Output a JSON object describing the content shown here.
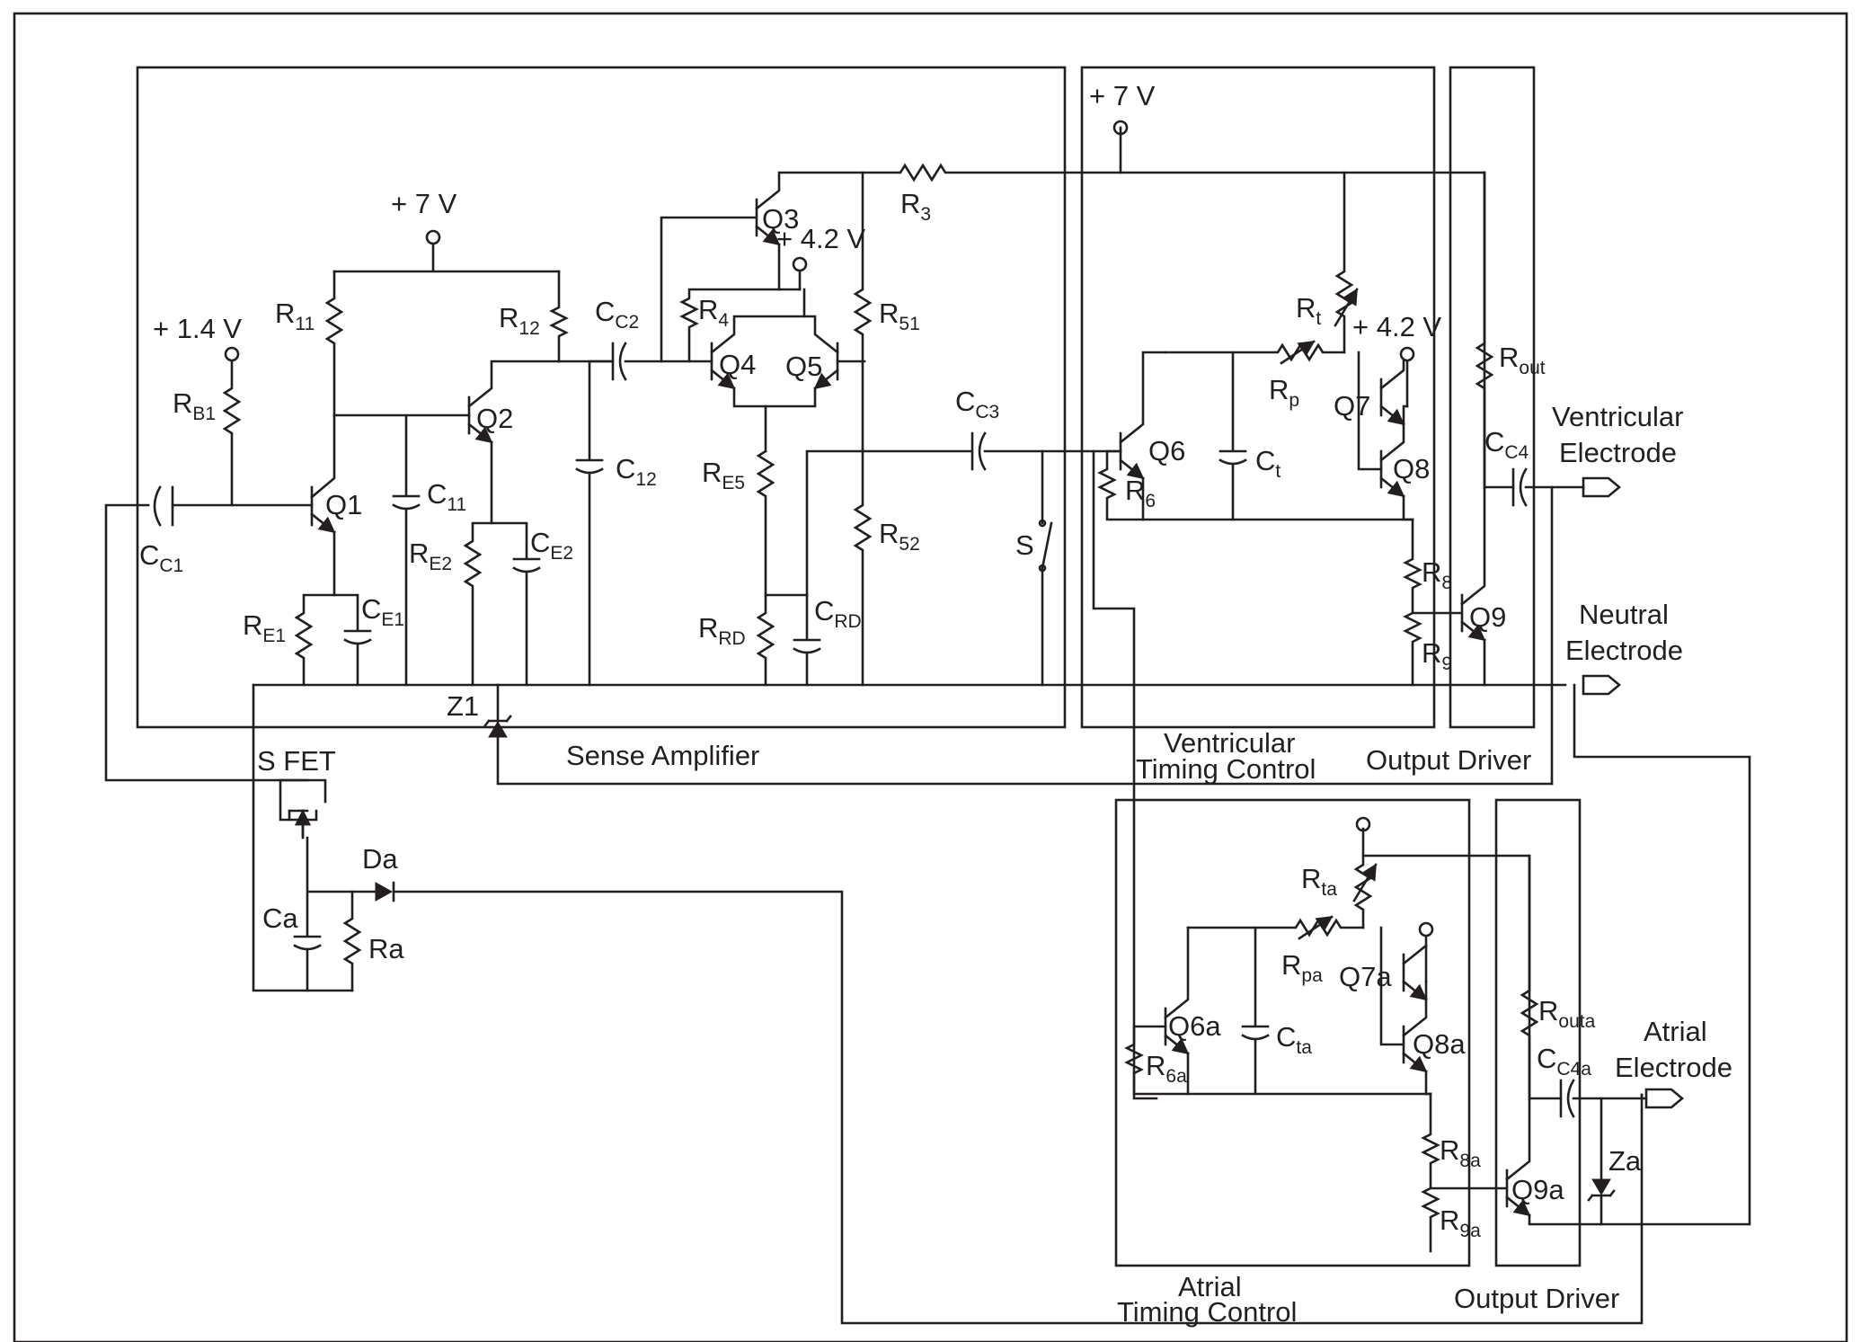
{
  "supplies": {
    "v7_sense": "+ 7 V",
    "v14": "+ 1.4 V",
    "v42_q3": "+ 4.2 V",
    "v7_vtc": "+ 7 V",
    "v42_vtc": "+ 4.2 V"
  },
  "components": {
    "RB1": {
      "main": "R",
      "sub": "B1"
    },
    "R11": {
      "main": "R",
      "sub": "11"
    },
    "R12": {
      "main": "R",
      "sub": "12"
    },
    "CC1": {
      "main": "C",
      "sub": "C1"
    },
    "Q1": "Q1",
    "Q2": "Q2",
    "C11": {
      "main": "C",
      "sub": "11"
    },
    "RE1": {
      "main": "R",
      "sub": "E1"
    },
    "CE1": {
      "main": "C",
      "sub": "E1"
    },
    "RE2": {
      "main": "R",
      "sub": "E2"
    },
    "CE2": {
      "main": "C",
      "sub": "E2"
    },
    "C12": {
      "main": "C",
      "sub": "12"
    },
    "CC2": {
      "main": "C",
      "sub": "C2"
    },
    "Q3": "Q3",
    "R4": {
      "main": "R",
      "sub": "4"
    },
    "Q4": "Q4",
    "Q5": "Q5",
    "R51": {
      "main": "R",
      "sub": "51"
    },
    "R52": {
      "main": "R",
      "sub": "52"
    },
    "RE5": {
      "main": "R",
      "sub": "E5"
    },
    "RRD": {
      "main": "R",
      "sub": "RD"
    },
    "CRD": {
      "main": "C",
      "sub": "RD"
    },
    "R3": {
      "main": "R",
      "sub": "3"
    },
    "CC3": {
      "main": "C",
      "sub": "C3"
    },
    "S": "S",
    "Z1": "Z1",
    "SFET": "S FET",
    "Da": "Da",
    "Ca": "Ca",
    "Ra": "Ra",
    "Rt": {
      "main": "R",
      "sub": "t"
    },
    "Rp": {
      "main": "R",
      "sub": "p"
    },
    "Q6": "Q6",
    "R6": {
      "main": "R",
      "sub": "6"
    },
    "Ct": {
      "main": "C",
      "sub": "t"
    },
    "Q7": "Q7",
    "Q8": "Q8",
    "R8": {
      "main": "R",
      "sub": "8"
    },
    "R9": {
      "main": "R",
      "sub": "9"
    },
    "Q9": "Q9",
    "Rout": {
      "main": "R",
      "sub": "out"
    },
    "CC4": {
      "main": "C",
      "sub": "C4"
    },
    "Rta": {
      "main": "R",
      "sub": "ta"
    },
    "Rpa": {
      "main": "R",
      "sub": "pa"
    },
    "Q6a": "Q6a",
    "R6a": {
      "main": "R",
      "sub": "6a"
    },
    "Cta": {
      "main": "C",
      "sub": "ta"
    },
    "Q7a": "Q7a",
    "Q8a": "Q8a",
    "R8a": {
      "main": "R",
      "sub": "8a"
    },
    "R9a": {
      "main": "R",
      "sub": "9a"
    },
    "Q9a": "Q9a",
    "Routa": {
      "main": "R",
      "sub": "outa"
    },
    "CC4a": {
      "main": "C",
      "sub": "C4a"
    },
    "Za": "Za"
  },
  "blocks": {
    "sense": "Sense Amplifier",
    "vtc1": "Ventricular",
    "vtc2": "Timing Control",
    "od1": "Output Driver",
    "atc1": "Atrial",
    "atc2": "Timing Control",
    "od2": "Output Driver"
  },
  "electrodes": {
    "vent1": "Ventricular",
    "vent2": "Electrode",
    "neut1": "Neutral",
    "neut2": "Electrode",
    "atr1": "Atrial",
    "atr2": "Electrode"
  }
}
